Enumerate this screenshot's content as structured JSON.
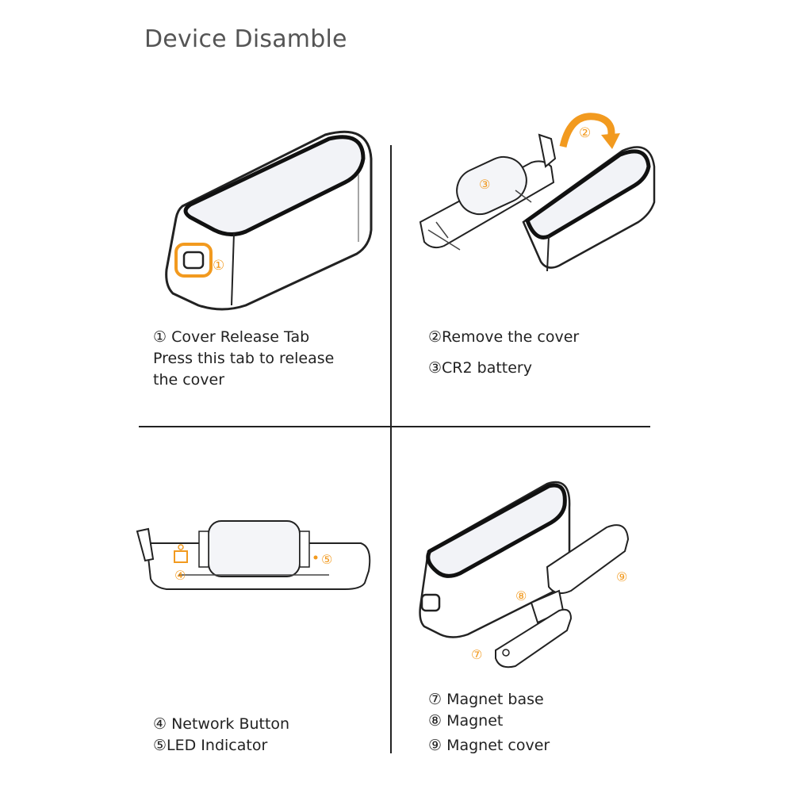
{
  "title": "Device Disamble",
  "colors": {
    "accent": "#f29a1f",
    "line": "#222222"
  },
  "panels": {
    "p1": {
      "callouts": [
        "①"
      ],
      "caption": [
        "① Cover Release Tab",
        "Press this tab to release",
        "the cover"
      ]
    },
    "p2": {
      "callouts": [
        "②",
        "③"
      ],
      "caption": [
        "②Remove the cover",
        "③CR2 battery"
      ]
    },
    "p3": {
      "callouts": [
        "④",
        "⑤"
      ],
      "caption": [
        "④ Network Button",
        "⑤LED Indicator"
      ]
    },
    "p4": {
      "callouts": [
        "⑦",
        "⑧",
        "⑨"
      ],
      "caption": [
        "⑦ Magnet base",
        "⑧ Magnet",
        "⑨ Magnet cover"
      ]
    }
  }
}
